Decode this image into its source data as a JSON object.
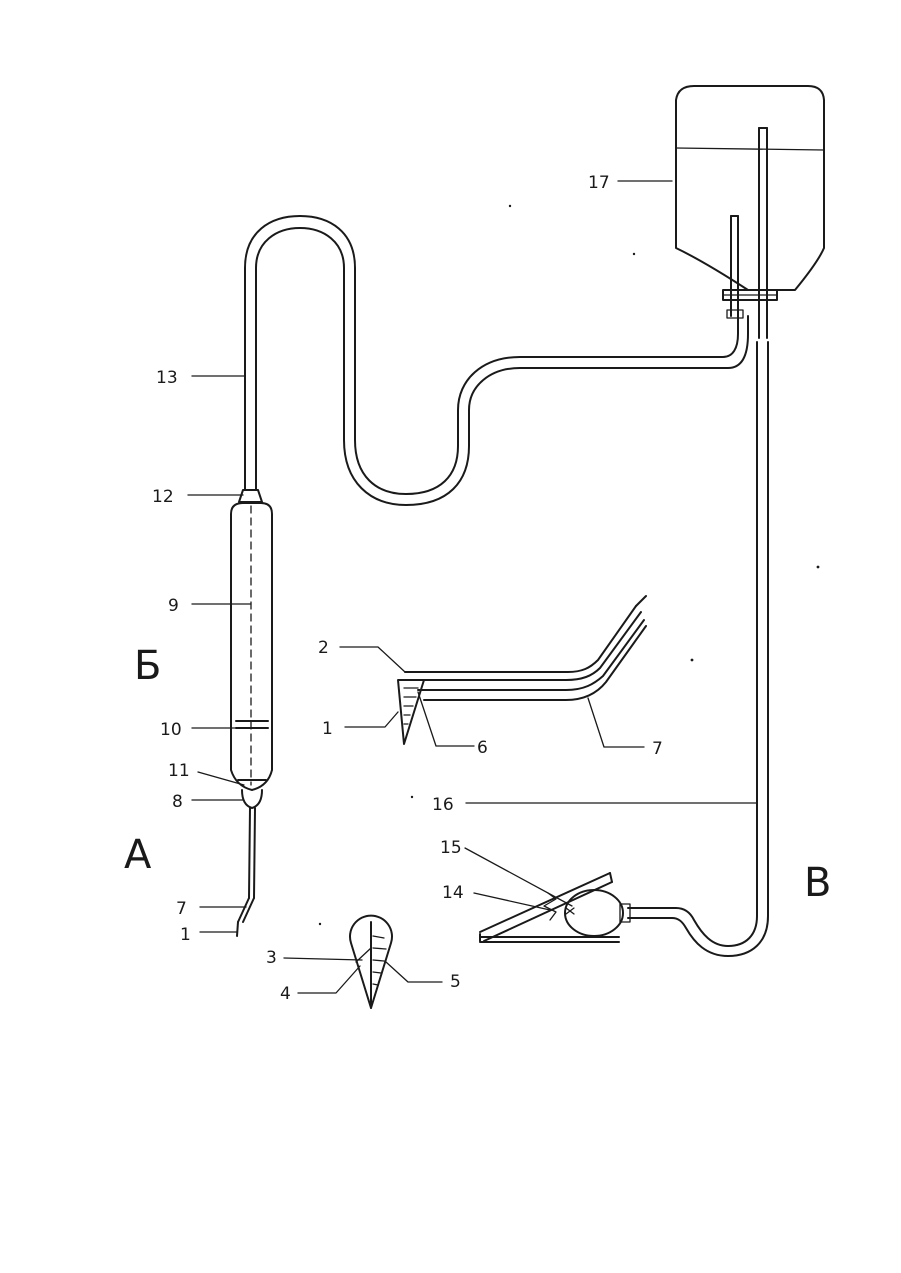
{
  "figure": {
    "section_labels": {
      "a": "А",
      "b": "Б",
      "v": "В"
    },
    "labels": {
      "n1a": "1",
      "n7a": "7",
      "n8": "8",
      "n9": "9",
      "n10": "10",
      "n11": "11",
      "n12": "12",
      "n13": "13",
      "n2": "2",
      "n1b": "1",
      "n6": "6",
      "n7b": "7",
      "n3": "3",
      "n4": "4",
      "n5": "5",
      "n14": "14",
      "n15": "15",
      "n16": "16",
      "n17": "17"
    },
    "colors": {
      "ink": "#1a1a1a",
      "paper": "#ffffff"
    }
  }
}
